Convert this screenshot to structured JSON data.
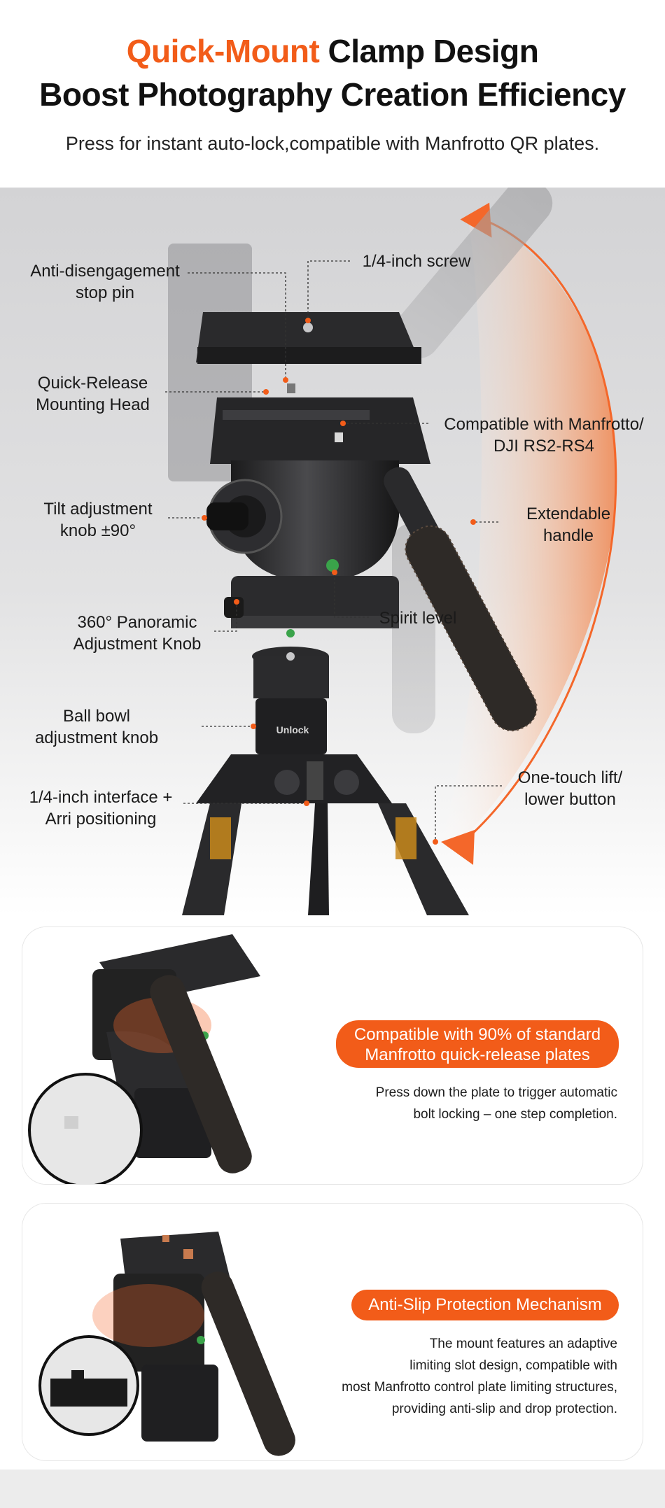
{
  "header": {
    "title_accent": "Quick-Mount",
    "title_rest": " Clamp Design",
    "title_line2": "Boost Photography Creation Efficiency",
    "subtitle": "Press for instant auto-lock,compatible with Manfrotto QR plates."
  },
  "hero": {
    "callouts": {
      "anti_disengagement": [
        "Anti-disengagement",
        "stop pin"
      ],
      "screw": [
        "1/4-inch screw"
      ],
      "quick_release": [
        "Quick-Release",
        "Mounting Head"
      ],
      "compatible": [
        "Compatible with Manfrotto/",
        "DJI RS2-RS4"
      ],
      "tilt": [
        "Tilt adjustment",
        "knob ±90°"
      ],
      "handle": [
        "Extendable",
        "handle"
      ],
      "spirit": [
        "Spirit level"
      ],
      "panoramic": [
        "360° Panoramic",
        "Adjustment Knob"
      ],
      "ball_bowl": [
        "Ball bowl",
        "adjustment knob"
      ],
      "lift": [
        "One-touch lift/",
        "lower button"
      ],
      "interface": [
        "1/4-inch interface +",
        "Arri positioning"
      ]
    },
    "product_text": {
      "unlock": "Unlock"
    },
    "colors": {
      "accent": "#f25c19",
      "arc": "#f4672a",
      "head_metal": "#2c2c2e",
      "bubble": "#3aa34a"
    }
  },
  "features": [
    {
      "pill": [
        "Compatible with 90% of standard",
        "Manfrotto quick-release plates"
      ],
      "description": [
        "Press down the plate to trigger automatic",
        "bolt locking – one step completion."
      ]
    },
    {
      "pill": [
        "Anti-Slip Protection Mechanism"
      ],
      "description": [
        "The mount features an adaptive",
        "limiting slot design, compatible with",
        "most Manfrotto control plate limiting structures,",
        "providing anti-slip and drop protection."
      ]
    }
  ]
}
